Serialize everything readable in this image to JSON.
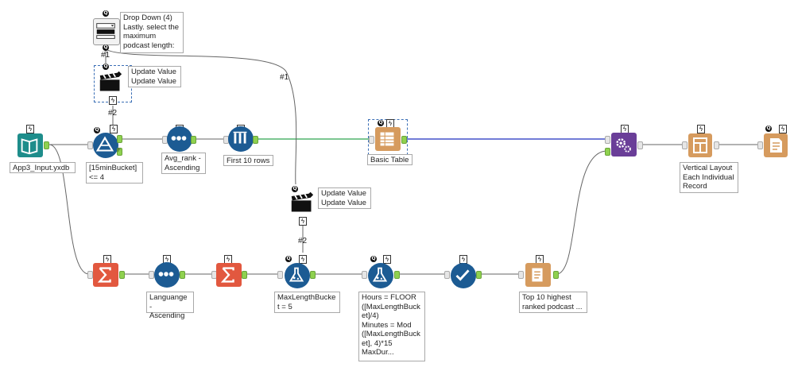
{
  "colors": {
    "teal": "#1e8d8b",
    "blue": "#1c5b93",
    "orange": "#e2583f",
    "purple": "#6a3e98",
    "tan": "#d69b5e",
    "green_wire": "#2ea44f",
    "blue_wire": "#1f2fbf",
    "anchor": "#8fd14f"
  },
  "annotations": {
    "dropdown": {
      "title": "Drop Down (4)",
      "line1": "Lastly. select the",
      "line2": "maximum",
      "line3": "podcast length:"
    },
    "update_top": {
      "line1": "Update Value",
      "line2": "Update Value"
    },
    "update_mid": {
      "line1": "Update Value",
      "line2": "Update Value"
    },
    "input": "App3_Input.yxdb",
    "filter": {
      "line1": "[15minBucket]",
      "line2": "<= 4"
    },
    "sort_top": {
      "line1": "Avg_rank -",
      "line2": "Ascending"
    },
    "sample": "First 10 rows",
    "table": "Basic Table",
    "layout": {
      "line1": "Vertical Layout",
      "line2": "Each Individual",
      "line3": "Record"
    },
    "sort_bottom": {
      "line1": "Languange -",
      "line2": "Ascending"
    },
    "formula1": {
      "line1": "MaxLengthBucke",
      "line2": "t = 5"
    },
    "formula2": {
      "line1": "Hours = FLOOR",
      "line2": "([MaxLengthBuck",
      "line3": "et]/4)",
      "line4": "Minutes = Mod",
      "line5": "([MaxLengthBuck",
      "line6": "et], 4)*15",
      "line7": "MaxDur..."
    },
    "report_text": {
      "line1": "Top 10 highest",
      "line2": "ranked podcast ..."
    }
  },
  "connection_labels": {
    "a": "#1",
    "b": "#2",
    "c": "#1",
    "d": "#2"
  },
  "glyphs": {
    "bolt": "ϟ",
    "q": "Q",
    "t": "T",
    "f": "F"
  },
  "icons": {
    "dropdown": "dropdown-tool-icon",
    "action": "clapperboard-icon",
    "input": "book-icon",
    "filter": "triangle-filter-icon",
    "sort": "dots-sort-icon",
    "sample": "sample-bars-icon",
    "table": "table-icon",
    "render": "gears-icon",
    "layout": "layout-icon",
    "report": "report-text-icon",
    "summarize": "sigma-icon",
    "formula": "flask-icon",
    "select": "checkmark-icon",
    "render_out": "document-icon"
  }
}
